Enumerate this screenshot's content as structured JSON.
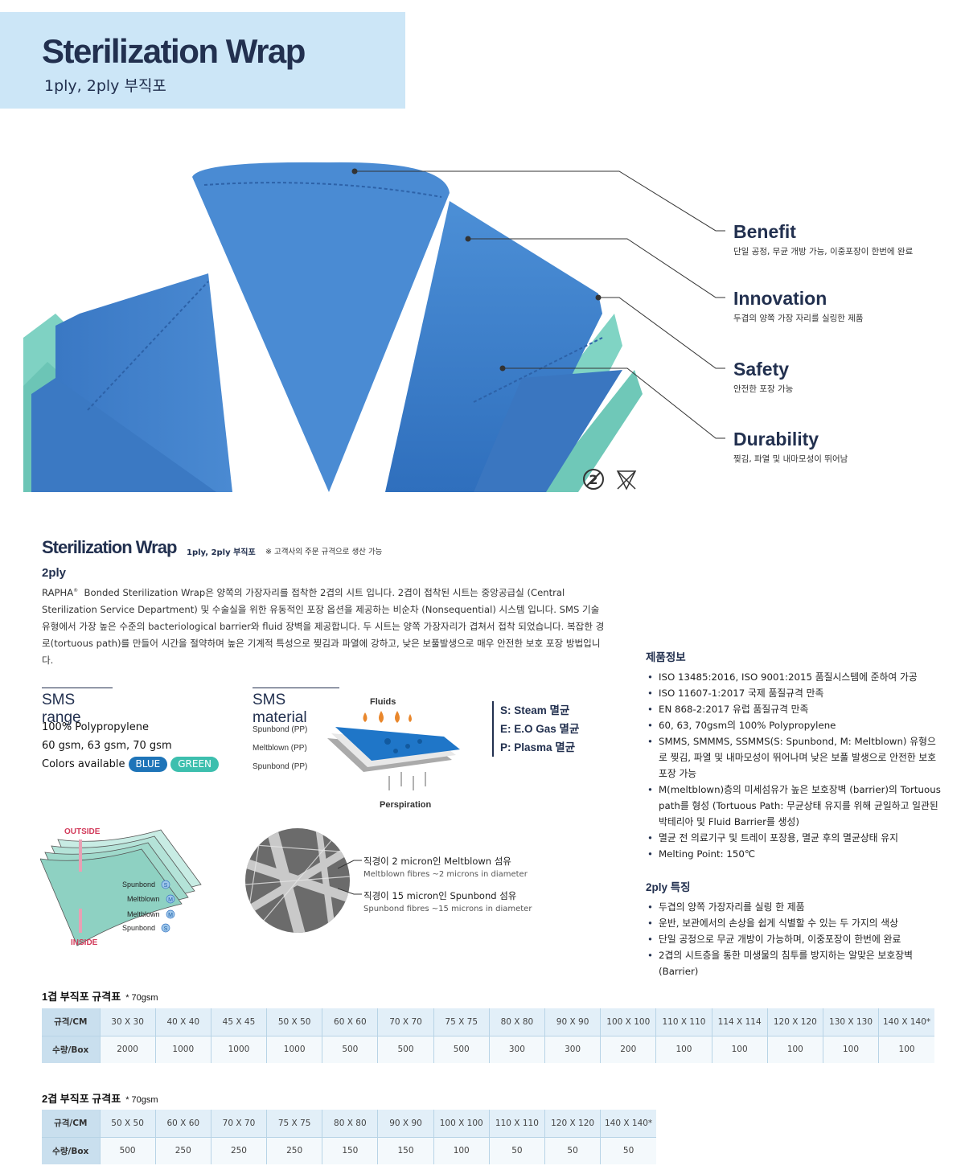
{
  "header": {
    "title": "Sterilization Wrap",
    "subtitle": "1ply, 2ply 부직포"
  },
  "features": [
    {
      "title": "Benefit",
      "desc": "단일 공정, 무균 개방 가능, 이중포장이 한번에 완료"
    },
    {
      "title": "Innovation",
      "desc": "두겹의 양쪽 가장 자리를 실링한 제품"
    },
    {
      "title": "Safety",
      "desc": "안전한 포장 가능"
    },
    {
      "title": "Durability",
      "desc": "찢김, 파열 및 내마모성이 뛰어남"
    }
  ],
  "section": {
    "title": "Sterilization Wrap",
    "subtitle": "1ply, 2ply 부직포",
    "note": "※ 고객사의 주문 규격으로 생산 가능",
    "ply_heading": "2ply",
    "brand": "RAPHA",
    "brand_mark": "®",
    "description": "Bonded Sterilization Wrap은 양쪽의 가장자리를 접착한 2겹의 시트 입니다. 2겹이 접착된 시트는 중앙공급실 (Central Sterilization Service Department) 및 수술실을 위한 유동적인 포장 옵션을 제공하는 비순차 (Nonsequential) 시스템 입니다. SMS 기술 유형에서 가장 높은 수준의 bacteriological barrier와 fluid 장벽을 제공합니다. 두 시트는 양쪽 가장자리가 겹쳐서 접착 되었습니다. 복잡한 경로(tortuous path)를 만들어 시간을 절약하며 높은 기계적 특성으로 찢김과 파열에 강하고, 낮은 보풀발생으로 매우 안전한 보호 포장 방법입니다."
  },
  "sms_range": {
    "heading": "SMS range",
    "material": "100% Polypropylene",
    "weights": "60 gsm, 63 gsm, 70 gsm",
    "colors_label": "Colors available",
    "colors": [
      {
        "name": "BLUE",
        "hex": "#1e74b8"
      },
      {
        "name": "GREEN",
        "hex": "#3dbfae"
      }
    ]
  },
  "sms_material": {
    "heading": "SMS material",
    "fluids": "Fluids",
    "perspiration": "Perspiration",
    "layers": [
      "Spunbond (PP)",
      "Meltblown (PP)",
      "Spunbond (PP)"
    ]
  },
  "sterilization": [
    "S: Steam 멸균",
    "E: E.O Gas 멸균",
    "P: Plasma 멸균"
  ],
  "layer_diagram": {
    "outside": "OUTSIDE",
    "inside": "INSIDE",
    "layers": [
      {
        "name": "Spunbond",
        "mark": "S"
      },
      {
        "name": "Meltblown",
        "mark": "M"
      },
      {
        "name": "Meltblown",
        "mark": "M"
      },
      {
        "name": "Spunbond",
        "mark": "S"
      }
    ]
  },
  "fibres": [
    {
      "ko": "직경이 2 micron인 Meltblown 섬유",
      "en": "Meltblown fibres ~2 microns in diameter"
    },
    {
      "ko": "직경이 15 micron인 Spunbond 섬유",
      "en": "Spunbond fibres ~15 microns in diameter"
    }
  ],
  "product_info": {
    "heading": "제품정보",
    "items": [
      "ISO 13485:2016, ISO 9001:2015 품질시스템에 준하여 가공",
      "ISO 11607-1:2017 국제 품질규격 만족",
      "EN 868-2:2017 유럽 품질규격 만족",
      "60, 63, 70gsm의 100% Polypropylene",
      "SMMS, SMMMS, SSMMS(S: Spunbond, M: Meltblown) 유형으로 찢김, 파열 및 내마모성이 뛰어나며 낮은 보풀 발생으로 안전한 보호 포장 가능",
      "M(meltblown)층의 미세섬유가 높은 보호장벽 (barrier)의 Tortuous path를 형성 (Tortuous Path: 무균상태 유지를 위해 균일하고 일관된 박테리아 및 Fluid Barrier를 생성)",
      "멸균 전 의료기구 및 트레이 포장용, 멸균 후의 멸균상태 유지",
      "Melting Point: 150℃"
    ]
  },
  "features_2ply": {
    "heading": "2ply 특징",
    "items": [
      "두겹의 양쪽 가장자리를 실링 한 제품",
      "운반, 보관에서의 손상을 쉽게 식별할 수 있는 두 가지의 색상",
      "단일 공정으로 무균 개방이 가능하며, 이중포장이 한번에 완료",
      "2겹의 시트층을 통한 미생물의 침투를 방지하는 알맞은 보호장벽 (Barrier)"
    ]
  },
  "table1": {
    "title": "1겹 부직포 규격표",
    "gsm": "* 70gsm",
    "row_labels": [
      "규격/CM",
      "수량/Box"
    ],
    "sizes": [
      "30 X 30",
      "40 X 40",
      "45 X 45",
      "50 X 50",
      "60 X 60",
      "70 X 70",
      "75 X 75",
      "80 X 80",
      "90 X 90",
      "100 X 100",
      "110 X 110",
      "114 X 114",
      "120 X 120",
      "130 X 130",
      "140 X 140*"
    ],
    "qty": [
      "2000",
      "1000",
      "1000",
      "1000",
      "500",
      "500",
      "500",
      "300",
      "300",
      "200",
      "100",
      "100",
      "100",
      "100",
      "100"
    ]
  },
  "table2": {
    "title": "2겹 부직포 규격표",
    "gsm": "* 70gsm",
    "row_labels": [
      "규격/CM",
      "수량/Box"
    ],
    "sizes": [
      "50 X 50",
      "60 X 60",
      "70 X 70",
      "75 X 75",
      "80 X 80",
      "90 X 90",
      "100 X 100",
      "110 X 110",
      "120 X 120",
      "140 X 140*"
    ],
    "qty": [
      "500",
      "250",
      "250",
      "250",
      "150",
      "150",
      "100",
      "50",
      "50",
      "50"
    ]
  },
  "colors": {
    "navy": "#22304f",
    "wrap_blue": "#3f7fc9",
    "wrap_green": "#7fd2c3",
    "band": "#cce6f7"
  }
}
